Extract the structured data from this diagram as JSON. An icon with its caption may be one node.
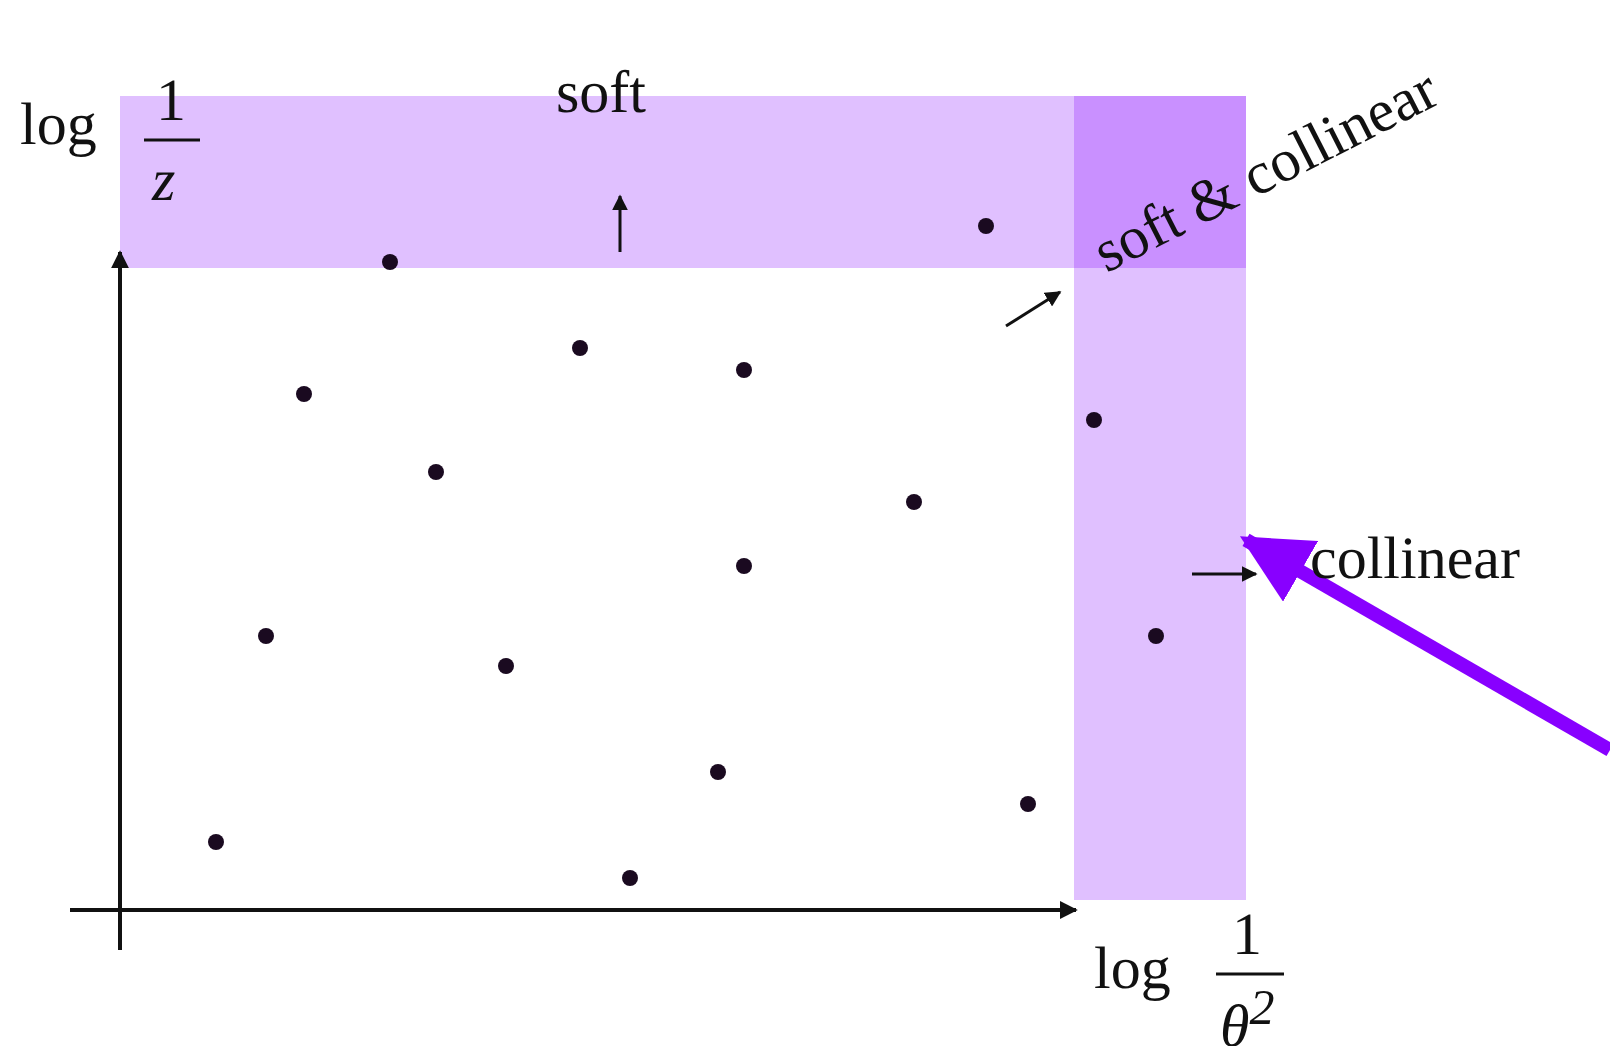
{
  "diagram": {
    "nodes": [
      {
        "text": [],
        "shape": "bar"
      },
      {
        "text": [],
        "shape": "bar"
      }
    ],
    "edges": [
      {
        "from": null,
        "to": 1,
        "arrow": "to",
        "color": "#8800ff"
      }
    ],
    "labels": [
      "log",
      "1",
      "z",
      "soft",
      "soft & collinear",
      "collinear",
      "log",
      "1",
      "θ$^{2}$"
    ]
  }
}
